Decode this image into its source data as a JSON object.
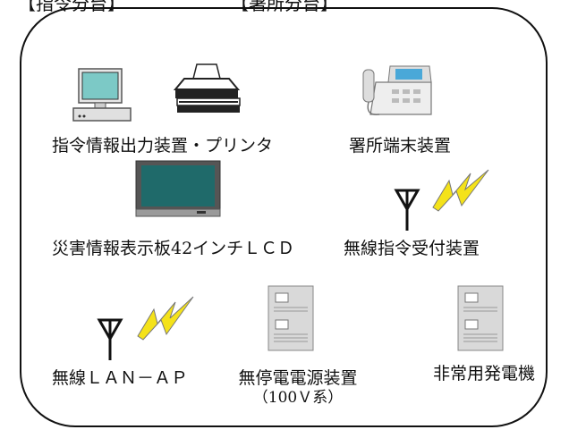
{
  "header": {
    "left_label": "【指令分台】",
    "right_label": "【署所分台】"
  },
  "devices": [
    {
      "label": "指令情報出力装置・プリンタ"
    },
    {
      "label": "署所端末装置"
    },
    {
      "label": "災害情報表示板42インチＬＣＤ"
    },
    {
      "label": "無線指令受付装置"
    },
    {
      "label": "無線ＬＡＮ－ＡＰ"
    },
    {
      "label": "無停電電源装置",
      "sublabel": "（100Ｖ系）"
    },
    {
      "label": "非常用発電機"
    }
  ],
  "icons": [
    "pc-icon",
    "printer-icon",
    "phone-terminal-icon",
    "lcd-display-icon",
    "antenna-icon",
    "lightning-icon",
    "ups-cabinet-icon",
    "generator-cabinet-icon"
  ],
  "colors": {
    "screen": "#7cc9c6",
    "lcd": "#1f6a6a",
    "lightning": "#f4e21a",
    "cabinet": "#d9d9d9",
    "frame": "#111111"
  }
}
